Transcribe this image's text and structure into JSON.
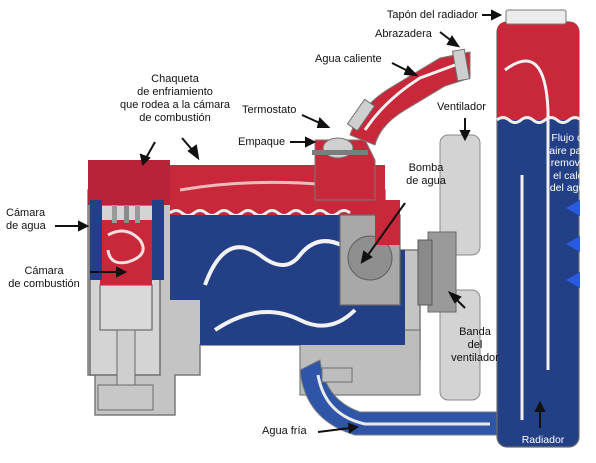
{
  "colors": {
    "hot": "#c8283a",
    "hot_light": "#e04a55",
    "cold": "#233f86",
    "cold_dark": "#1b2f6b",
    "metal": "#c9c9c9",
    "metal_dark": "#8d8d8d",
    "arrow": "#111111",
    "air_arrow": "#2a5ae0",
    "flow_arrow": "#f2f2f2"
  },
  "labels": {
    "radiator_cap": "Tapón del radiador",
    "clamp": "Abrazadera",
    "hot_water": "Agua caliente",
    "jacket": [
      "Chaqueta",
      "de enfriamiento",
      "que rodea a la cámara",
      "de combustión"
    ],
    "thermostat": "Termostato",
    "gasket": "Empaque",
    "fan": "Ventilador",
    "water_pump": [
      "Bomba",
      "de agua"
    ],
    "water_chamber": [
      "Cámara",
      "de agua"
    ],
    "combustion_chamber": [
      "Cámara",
      "de combustión"
    ],
    "fan_belt": [
      "Banda",
      "del",
      "ventilador"
    ],
    "cold_water": "Agua fría",
    "radiator": "Radiador",
    "airflow": [
      "Flujo de",
      "aire para",
      "remover",
      "el calor",
      "del agua"
    ]
  },
  "icons": [
    "pointer-arrow-icon",
    "airflow-arrow-icon",
    "coolant-flow-arrow-icon"
  ]
}
